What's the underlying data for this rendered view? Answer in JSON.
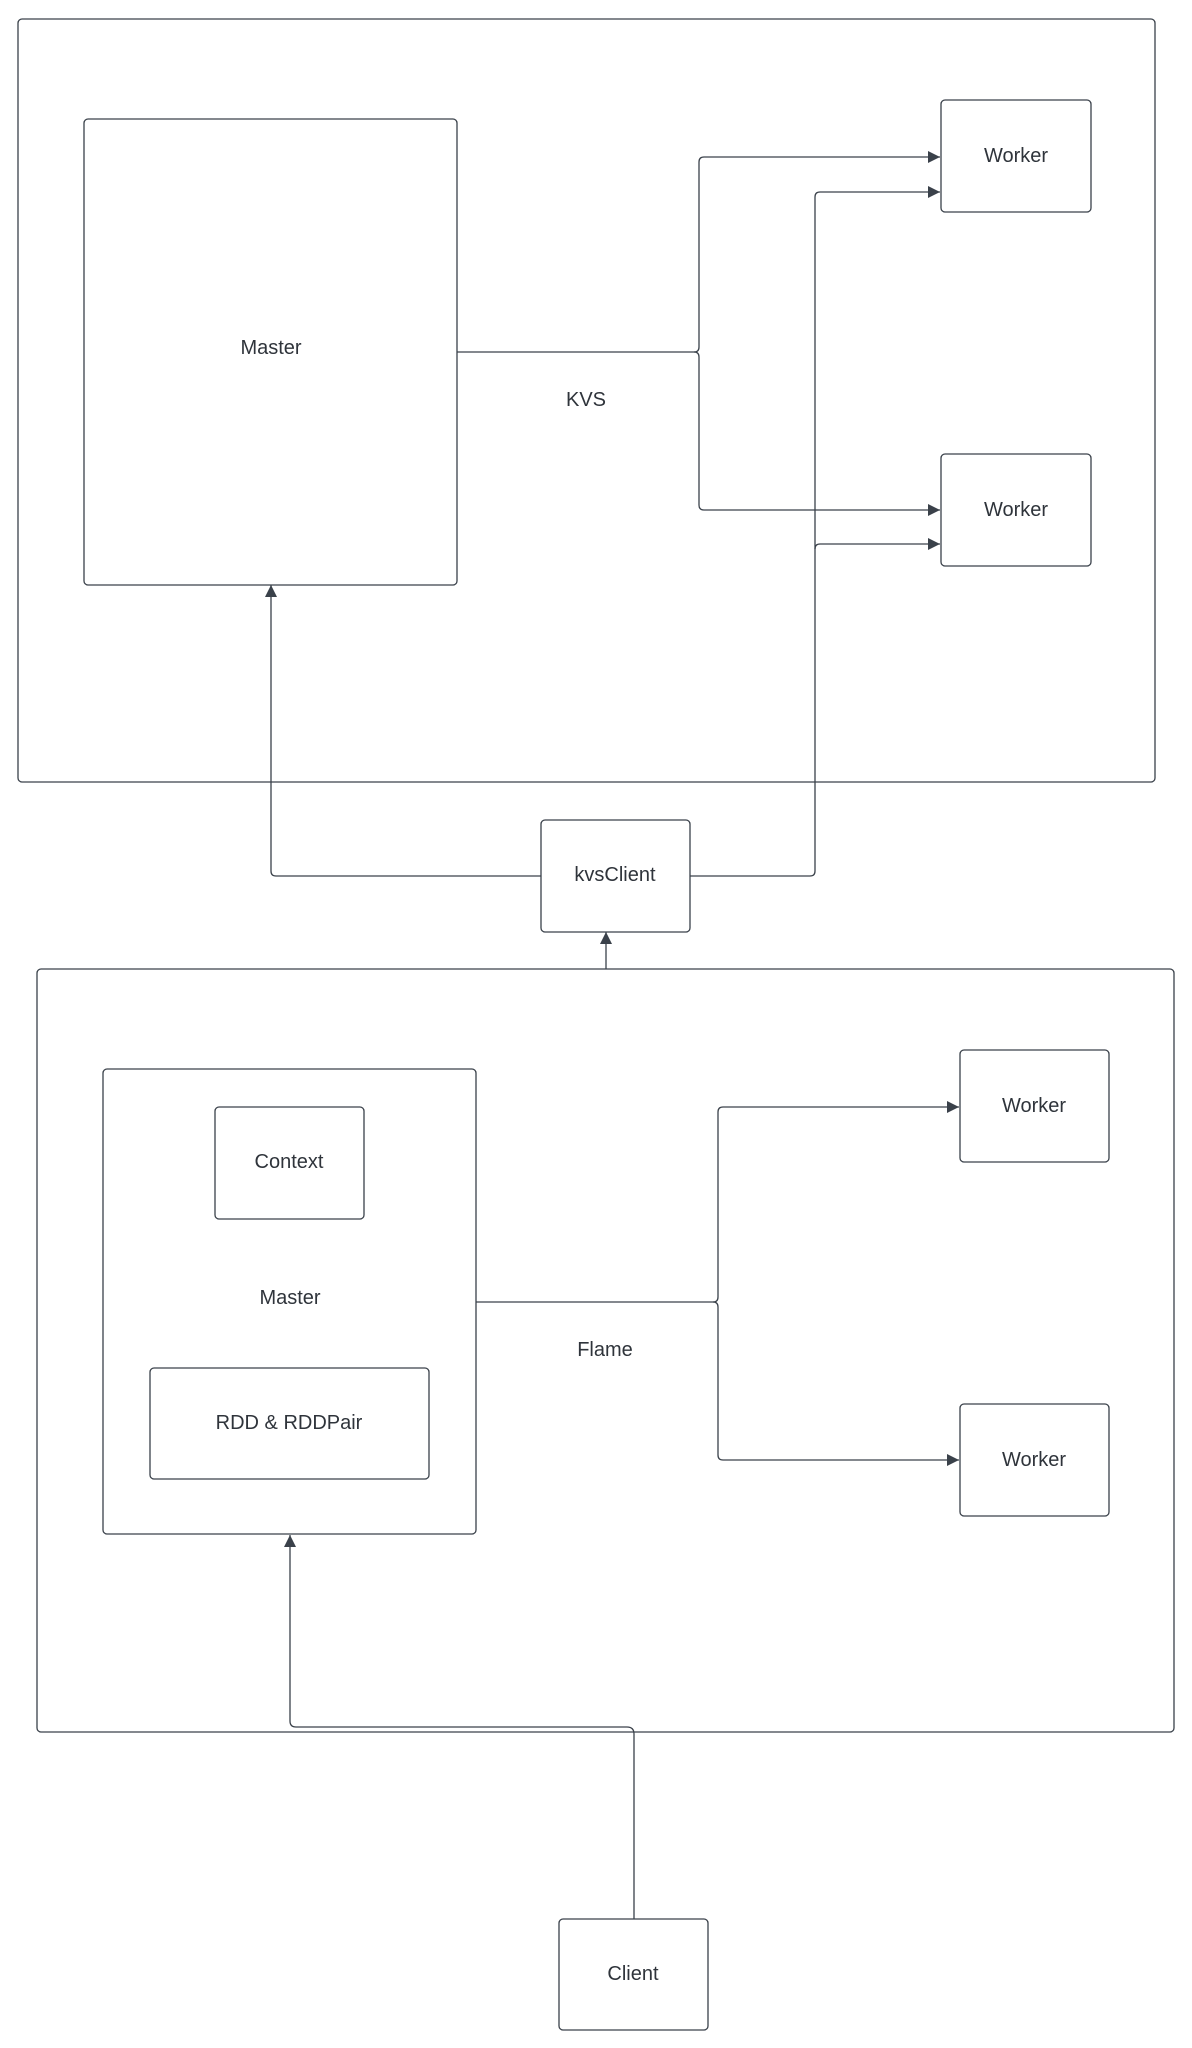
{
  "diagram": {
    "kvs_group": {
      "label": "KVS"
    },
    "kvs_master": {
      "label": "Master"
    },
    "kvs_worker_1": {
      "label": "Worker"
    },
    "kvs_worker_2": {
      "label": "Worker"
    },
    "kvs_client": {
      "label": "kvsClient"
    },
    "flame_group": {
      "label": "Flame"
    },
    "flame_master": {
      "label": "Master"
    },
    "flame_context": {
      "label": "Context"
    },
    "flame_rdd": {
      "label": "RDD & RDDPair"
    },
    "flame_worker_1": {
      "label": "Worker"
    },
    "flame_worker_2": {
      "label": "Worker"
    },
    "client": {
      "label": "Client"
    },
    "edges": [
      {
        "from": "kvs_master",
        "to": "kvs_worker_1"
      },
      {
        "from": "kvs_master",
        "to": "kvs_worker_2"
      },
      {
        "from": "kvs_client",
        "to": "kvs_master"
      },
      {
        "from": "kvs_client",
        "to": "kvs_worker_1"
      },
      {
        "from": "kvs_client",
        "to": "kvs_worker_2"
      },
      {
        "from": "flame_group",
        "to": "kvs_client"
      },
      {
        "from": "flame_master",
        "to": "flame_worker_1"
      },
      {
        "from": "flame_master",
        "to": "flame_worker_2"
      },
      {
        "from": "client",
        "to": "flame_master"
      }
    ],
    "colors": {
      "stroke": "#3a414a",
      "text": "#2f343b",
      "background": "#ffffff"
    }
  }
}
